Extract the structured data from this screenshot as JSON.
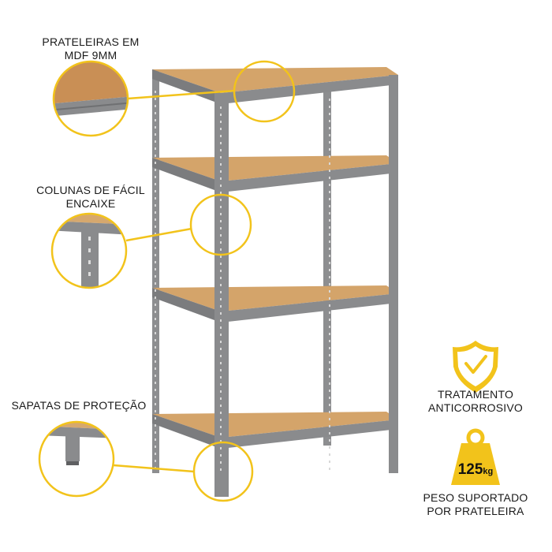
{
  "callouts": {
    "shelves": {
      "line1": "PRATELEIRAS EM",
      "line2": "MDF 9MM"
    },
    "columns": {
      "line1": "COLUNAS DE FÁCIL",
      "line2": "ENCAIXE"
    },
    "feet": {
      "line1": "SAPATAS DE PROTEÇÃO"
    }
  },
  "features": {
    "anticorrosion": {
      "icon": "shield-check-icon",
      "line1": "TRATAMENTO",
      "line2": "ANTICORROSIVO"
    },
    "load": {
      "icon": "weight-icon",
      "value": "125",
      "unit": "kg",
      "line1": "PESO SUPORTADO",
      "line2": "POR PRATELEIRA"
    }
  },
  "colors": {
    "accent": "#f2c31b",
    "steel": "#8a8b8d",
    "wood": "#d4a46a"
  }
}
